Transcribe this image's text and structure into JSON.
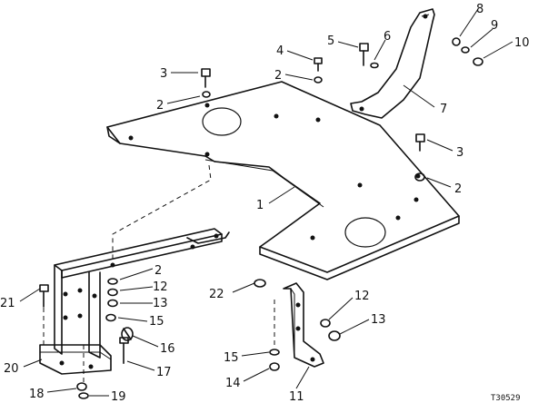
{
  "diagram": {
    "drawing_code": "T30529",
    "callouts": {
      "plate": "1",
      "washer": "2",
      "bolt": "3",
      "screw": "4",
      "bolt_top": "5",
      "lockwasher": "6",
      "arm": "7",
      "washer_top": "8",
      "lockwasher_top": "9",
      "nut_top": "10",
      "bracket": "11",
      "washer_r": "12",
      "nut_r": "13",
      "nut_lower": "14",
      "lockwasher_lower": "15",
      "clip": "16",
      "bolt_lower": "17",
      "nut_base": "18",
      "washer_base": "19",
      "base_bracket": "20",
      "bolt_left": "21",
      "nut_clip": "22"
    }
  }
}
